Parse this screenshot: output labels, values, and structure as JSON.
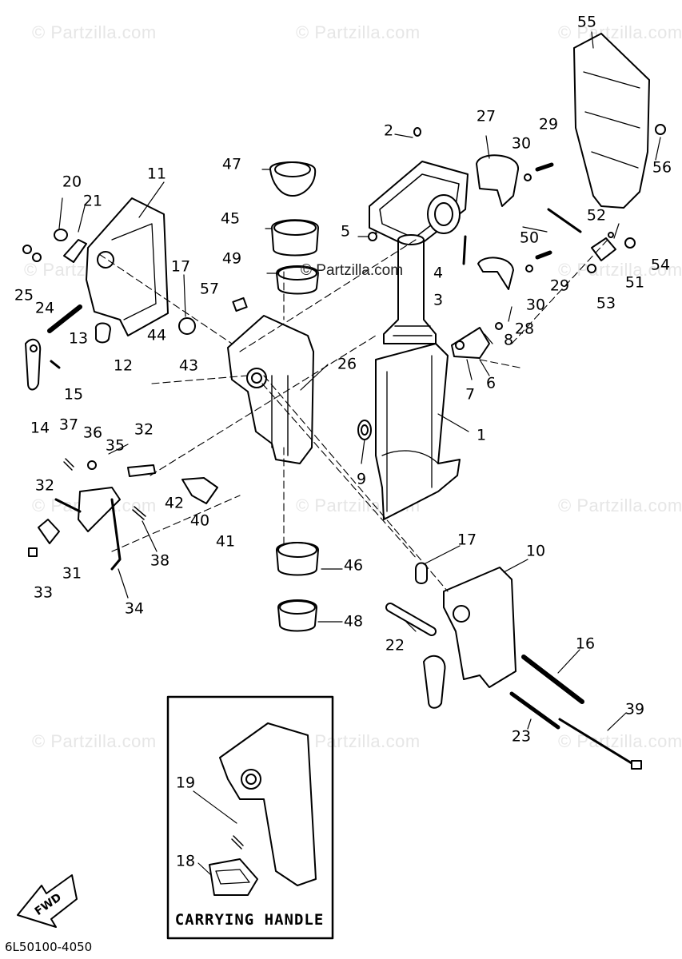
{
  "watermark": "© Partzilla.com",
  "center_watermark": "© Partzilla.com",
  "inset_title": "CARRYING HANDLE",
  "fwd_label": "FWD",
  "diagram_code": "6L50100-4050",
  "callouts": [
    {
      "id": "c1",
      "text": "1"
    },
    {
      "id": "c2",
      "text": "2"
    },
    {
      "id": "c3",
      "text": "3"
    },
    {
      "id": "c4",
      "text": "4"
    },
    {
      "id": "c5",
      "text": "5"
    },
    {
      "id": "c6",
      "text": "6"
    },
    {
      "id": "c7",
      "text": "7"
    },
    {
      "id": "c8",
      "text": "8"
    },
    {
      "id": "c9",
      "text": "9"
    },
    {
      "id": "c10",
      "text": "10"
    },
    {
      "id": "c11",
      "text": "11"
    },
    {
      "id": "c12",
      "text": "12"
    },
    {
      "id": "c13",
      "text": "13"
    },
    {
      "id": "c14",
      "text": "14"
    },
    {
      "id": "c15",
      "text": "15"
    },
    {
      "id": "c16",
      "text": "16"
    },
    {
      "id": "c17a",
      "text": "17"
    },
    {
      "id": "c17b",
      "text": "17"
    },
    {
      "id": "c18",
      "text": "18"
    },
    {
      "id": "c19",
      "text": "19"
    },
    {
      "id": "c20",
      "text": "20"
    },
    {
      "id": "c21",
      "text": "21"
    },
    {
      "id": "c22",
      "text": "22"
    },
    {
      "id": "c23",
      "text": "23"
    },
    {
      "id": "c24",
      "text": "24"
    },
    {
      "id": "c25",
      "text": "25"
    },
    {
      "id": "c26",
      "text": "26"
    },
    {
      "id": "c27",
      "text": "27"
    },
    {
      "id": "c28",
      "text": "28"
    },
    {
      "id": "c29a",
      "text": "29"
    },
    {
      "id": "c29b",
      "text": "29"
    },
    {
      "id": "c30a",
      "text": "30"
    },
    {
      "id": "c30b",
      "text": "30"
    },
    {
      "id": "c31",
      "text": "31"
    },
    {
      "id": "c32a",
      "text": "32"
    },
    {
      "id": "c32b",
      "text": "32"
    },
    {
      "id": "c33",
      "text": "33"
    },
    {
      "id": "c34",
      "text": "34"
    },
    {
      "id": "c35",
      "text": "35"
    },
    {
      "id": "c36",
      "text": "36"
    },
    {
      "id": "c37",
      "text": "37"
    },
    {
      "id": "c38",
      "text": "38"
    },
    {
      "id": "c39",
      "text": "39"
    },
    {
      "id": "c40",
      "text": "40"
    },
    {
      "id": "c41",
      "text": "41"
    },
    {
      "id": "c42",
      "text": "42"
    },
    {
      "id": "c43",
      "text": "43"
    },
    {
      "id": "c44",
      "text": "44"
    },
    {
      "id": "c45",
      "text": "45"
    },
    {
      "id": "c46",
      "text": "46"
    },
    {
      "id": "c47",
      "text": "47"
    },
    {
      "id": "c48",
      "text": "48"
    },
    {
      "id": "c49",
      "text": "49"
    },
    {
      "id": "c50",
      "text": "50"
    },
    {
      "id": "c51",
      "text": "51"
    },
    {
      "id": "c52",
      "text": "52"
    },
    {
      "id": "c53",
      "text": "53"
    },
    {
      "id": "c54",
      "text": "54"
    },
    {
      "id": "c55",
      "text": "55"
    },
    {
      "id": "c56",
      "text": "56"
    },
    {
      "id": "c57",
      "text": "57"
    }
  ]
}
